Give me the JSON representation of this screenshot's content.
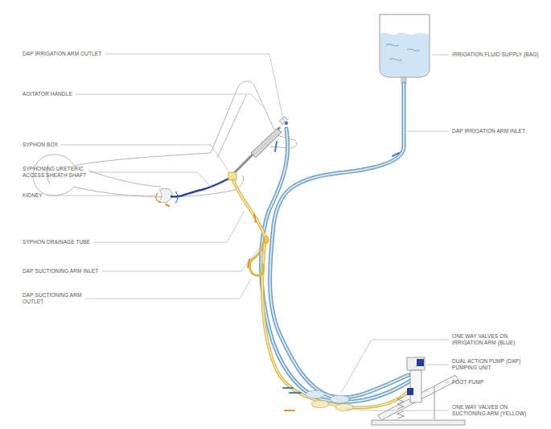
{
  "diagram": {
    "labels": [
      "DAP IRRIGATION ARM OUTLET",
      "AGITATOR HANDLE",
      "SYPHON BOX",
      "SYPHONING URETERIC ACCESS SHEATH SHAFT",
      "KIDNEY",
      "SYPHON DRAINAGE TUBE",
      "DAP SUCTIONING ARM INLET",
      "DAP SUCTIONING ARM OUTLET",
      "IRRIGATION FLUID SUPPLY (BAG)",
      "DAP IRRIGATION ARM INLET",
      "ONE WAY VALVES ON IRRIGATION ARM (BLUE)",
      "DUAL ACTION PUMP (DAP) PUMPING UNIT",
      "FOOT PUMP",
      "ONE WAY VALVES ON SUCTIONING ARM (YELLOW)"
    ]
  }
}
